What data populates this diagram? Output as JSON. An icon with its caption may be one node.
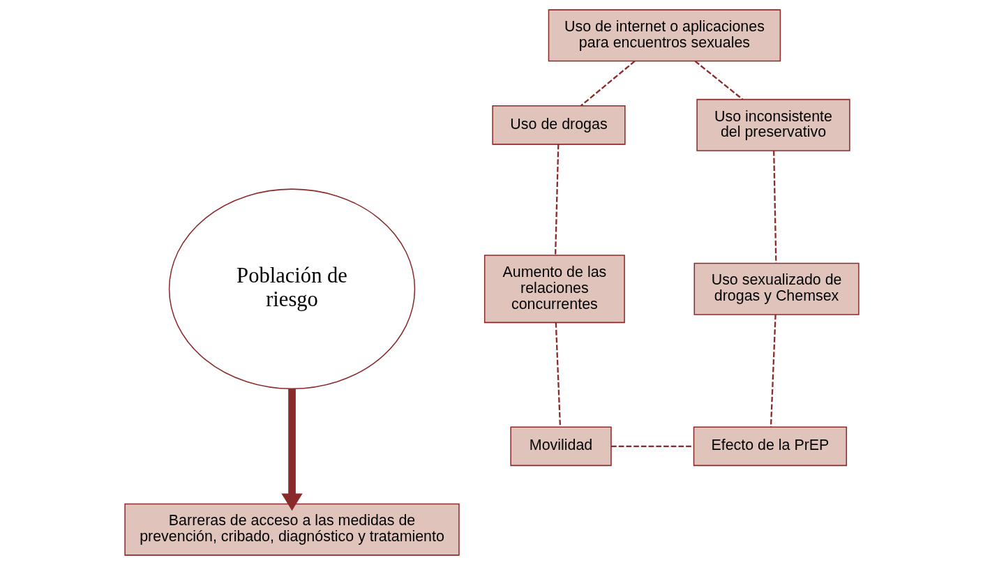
{
  "diagram": {
    "nodes": [
      {
        "text": [
          "Población de riesgo"
        ]
      },
      {
        "text": [
          "Uso de internet o aplicaciones para encuentros sexuales"
        ]
      },
      {
        "text": [
          "Uso inconsistente del preservativo"
        ]
      },
      {
        "text": [
          "Uso sexualizado de drogas y Chemsex"
        ]
      },
      {
        "text": [
          "Efecto de la PrEP"
        ]
      },
      {
        "text": [
          "Movilidad"
        ]
      },
      {
        "text": [
          "Aumento de las relaciones concurrentes"
        ]
      },
      {
        "text": [
          "Uso de drogas"
        ]
      },
      {
        "text": [
          "Barreras de acceso a las medidas de prevención, cribado, diagnóstico y tratamiento"
        ]
      }
    ],
    "edges": [
      {
        "from": 1,
        "to": 2,
        "arrow": "none",
        "style": "dashed"
      },
      {
        "from": 1,
        "to": 7,
        "arrow": "none",
        "style": "dashed"
      },
      {
        "from": 2,
        "to": 3,
        "arrow": "none",
        "style": "dashed"
      },
      {
        "from": 7,
        "to": 6,
        "arrow": "none",
        "style": "dashed"
      },
      {
        "from": 3,
        "to": 4,
        "arrow": "none",
        "style": "dashed"
      },
      {
        "from": 6,
        "to": 5,
        "arrow": "none",
        "style": "dashed"
      },
      {
        "from": 5,
        "to": 4,
        "arrow": "none",
        "style": "dashed"
      },
      {
        "from": 0,
        "to": 8,
        "arrow": "to",
        "style": "thick"
      }
    ]
  }
}
